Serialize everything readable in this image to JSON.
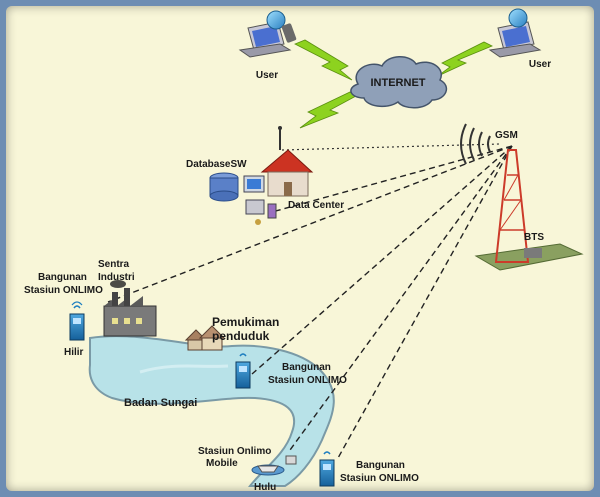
{
  "labels": {
    "user_left": "User",
    "user_right": "User",
    "internet": "INTERNET",
    "gsm": "GSM",
    "database_sw": "DatabaseSW",
    "data_center": "Data Center",
    "bts": "BTS",
    "bangunan_top_1": "Bangunan",
    "bangunan_top_2": "Stasiun ONLIMO",
    "sentra_1": "Sentra",
    "sentra_2": "Industri",
    "hilir": "Hilir",
    "pemukiman_1": "Pemukiman",
    "pemukiman_2": "penduduk",
    "bangunan_mid_1": "Bangunan",
    "bangunan_mid_2": "Stasiun ONLIMO",
    "badan_sungai": "Badan Sungai",
    "mobile_1": "Stasiun Onlimo",
    "mobile_2": "Mobile",
    "hulu": "Hulu",
    "bangunan_bot_1": "Bangunan",
    "bangunan_bot_2": "Stasiun ONLIMO"
  },
  "colors": {
    "background": "#f8f6d8",
    "frame": "#6d8db3",
    "lightning": "#8dd21f",
    "river": "#b8e2e8",
    "river_edge": "#7a9aa6",
    "cloud": "#8fa0b8",
    "tower": "#cc3b2a",
    "station": "#1f7fc0"
  }
}
